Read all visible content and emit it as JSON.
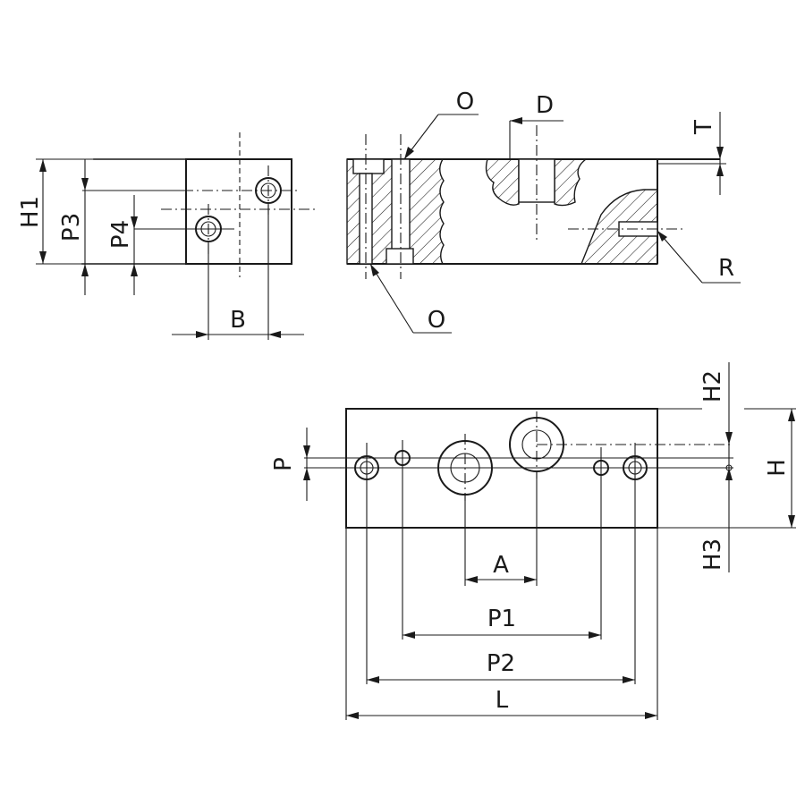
{
  "labels": {
    "H1": "H1",
    "P3": "P3",
    "P4": "P4",
    "B": "B",
    "O_top": "O",
    "O_bottom": "O",
    "D": "D",
    "T": "T",
    "R": "R",
    "P": "P",
    "H2": "H2",
    "H": "H",
    "H3": "H3",
    "A": "A",
    "P1": "P1",
    "P2": "P2",
    "L": "L"
  }
}
